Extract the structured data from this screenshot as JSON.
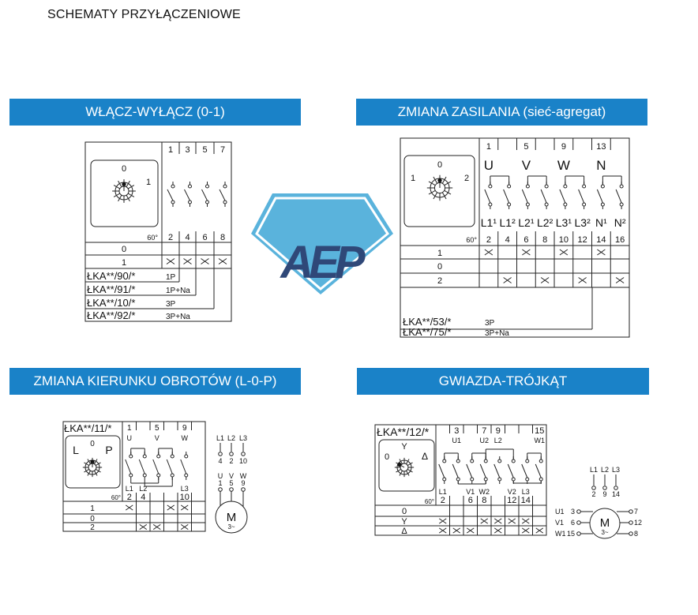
{
  "title": "SCHEMATY PRZYŁĄCZENIOWE",
  "colors": {
    "header_bar": "#1a82c8",
    "logo_light": "#5ab3dc",
    "logo_dark": "#2f4878",
    "line": "#222222"
  },
  "logo": {
    "text": "AEP"
  },
  "sections": [
    {
      "heading": "WŁĄCZ-WYŁĄCZ (0-1)",
      "dial": {
        "positions": [
          "0",
          "1"
        ],
        "angle": "60°"
      },
      "top_terminals": [
        "1",
        "3",
        "5",
        "7"
      ],
      "bottom_terminals": [
        "2",
        "4",
        "6",
        "8"
      ],
      "rows": [
        {
          "pos": "0",
          "marks": [
            0,
            0,
            0,
            0
          ]
        },
        {
          "pos": "1",
          "marks": [
            1,
            1,
            1,
            1
          ]
        }
      ],
      "models": [
        {
          "code": "ŁKA**/90/*",
          "type": "1P"
        },
        {
          "code": "ŁKA**/91/*",
          "type": "1P+Na"
        },
        {
          "code": "ŁKA**/10/*",
          "type": "3P"
        },
        {
          "code": "ŁKA**/92/*",
          "type": "3P+Na"
        }
      ]
    },
    {
      "heading": "ZMIANA ZASILANIA (sieć-agregat)",
      "dial": {
        "positions": [
          "0",
          "1",
          "2"
        ],
        "angle": "60°"
      },
      "top_terminals": [
        "1",
        "5",
        "9",
        "13"
      ],
      "phases": [
        "U",
        "V",
        "W",
        "N"
      ],
      "bottom_labels": [
        "L1¹",
        "L1²",
        "L2¹",
        "L2²",
        "L3¹",
        "L3²",
        "N¹",
        "N²"
      ],
      "bottom_terminals": [
        "2",
        "4",
        "6",
        "8",
        "10",
        "12",
        "14",
        "16"
      ],
      "rows": [
        {
          "pos": "1",
          "marks": [
            1,
            0,
            1,
            0,
            1,
            0,
            1,
            0
          ]
        },
        {
          "pos": "0",
          "marks": [
            0,
            0,
            0,
            0,
            0,
            0,
            0,
            0
          ]
        },
        {
          "pos": "2",
          "marks": [
            0,
            1,
            0,
            1,
            0,
            1,
            0,
            1
          ]
        }
      ],
      "models": [
        {
          "code": "ŁKA**/53/*",
          "type": "3P"
        },
        {
          "code": "ŁKA**/75/*",
          "type": "3P+Na"
        }
      ]
    },
    {
      "heading": "ZMIANA KIERUNKU OBROTÓW (L-0-P)",
      "model": "ŁKA**/11/*",
      "dial": {
        "positions": [
          "0",
          "L",
          "P"
        ],
        "angle": "60°"
      },
      "top_terminals": [
        "1",
        "5",
        "9"
      ],
      "top_labels": [
        "U",
        "V",
        "W"
      ],
      "bottom_labels": [
        "L1",
        "L2",
        "L3"
      ],
      "bottom_terminals": [
        "2",
        "4",
        "10"
      ],
      "rows": [
        {
          "pos": "1",
          "marks": [
            1,
            0,
            0,
            1,
            1,
            0
          ]
        },
        {
          "pos": "0",
          "marks": [
            0,
            0,
            0,
            0,
            0,
            0
          ]
        },
        {
          "pos": "2",
          "marks": [
            0,
            1,
            1,
            0,
            1,
            0
          ]
        }
      ],
      "motor": {
        "supply": [
          "L1",
          "L2",
          "L3"
        ],
        "supply_terminals": [
          "4",
          "2",
          "10"
        ],
        "windings": [
          "U",
          "V",
          "W"
        ],
        "winding_terminals": [
          "1",
          "5",
          "9"
        ],
        "label": "M",
        "sublabel": "3~"
      }
    },
    {
      "heading": "GWIAZDA-TRÓJKĄT",
      "model": "ŁKA**/12/*",
      "dial": {
        "positions": [
          "Y",
          "0",
          "Δ"
        ],
        "angle": "60°"
      },
      "top_terminals": [
        "3",
        "7",
        "9",
        "15"
      ],
      "top_labels": [
        "U1",
        "U2",
        "L2",
        "W1"
      ],
      "bottom_labels": [
        "L1",
        "V1",
        "W2",
        "V2",
        "L3"
      ],
      "bottom_terminals": [
        "2",
        "6",
        "8",
        "12",
        "14"
      ],
      "rows": [
        {
          "pos": "0",
          "marks": [
            0,
            0,
            0,
            0,
            0,
            0,
            0,
            0
          ]
        },
        {
          "pos": "Y",
          "marks": [
            1,
            0,
            0,
            1,
            1,
            1,
            1,
            0
          ]
        },
        {
          "pos": "Δ",
          "marks": [
            1,
            1,
            1,
            0,
            1,
            0,
            1,
            1
          ]
        }
      ],
      "motor": {
        "supply": [
          "L1",
          "L2",
          "L3"
        ],
        "supply_terminals": [
          "2",
          "9",
          "14"
        ],
        "left_windings": [
          "U1",
          "V1",
          "W1"
        ],
        "left_terminals": [
          "3",
          "6",
          "15"
        ],
        "right_terminals": [
          "7",
          "12",
          "8"
        ],
        "label": "M",
        "sublabel": "3~"
      }
    }
  ]
}
